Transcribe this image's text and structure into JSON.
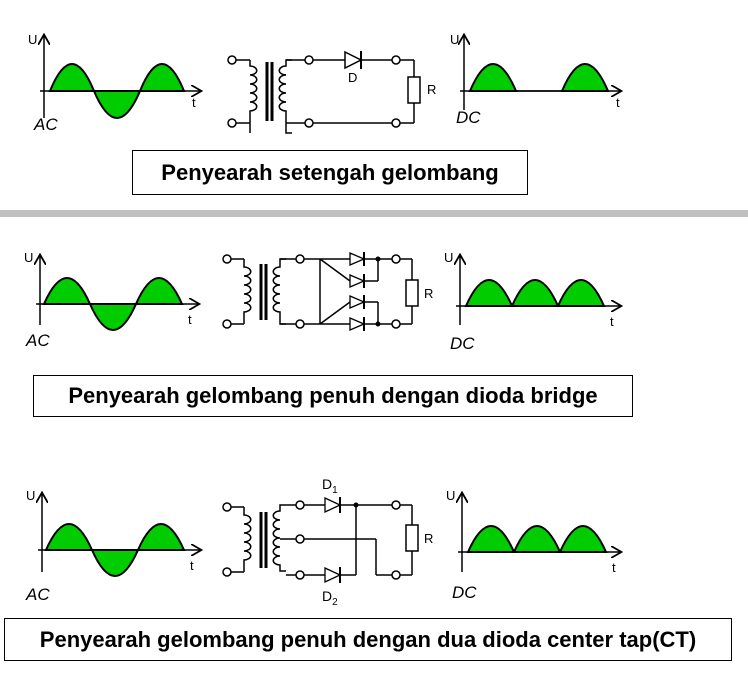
{
  "colors": {
    "wave_fill": "#00cc00",
    "divider": "#c0c0c0"
  },
  "sections": [
    {
      "caption": "Penyearah setengah gelombang",
      "ac_label": "AC",
      "dc_label": "DC",
      "u_label": "U",
      "t_label": "t",
      "diode_label": "D",
      "resistor_label": "R"
    },
    {
      "caption": "Penyearah gelombang penuh dengan dioda bridge",
      "ac_label": "AC",
      "dc_label": "DC",
      "u_label": "U",
      "t_label": "t",
      "resistor_label": "R"
    },
    {
      "caption": "Penyearah gelombang penuh dengan dua dioda center tap(CT)",
      "ac_label": "AC",
      "dc_label": "DC",
      "u_label": "U",
      "t_label": "t",
      "d1_label": "D",
      "d1_sub": "1",
      "d2_label": "D",
      "d2_sub": "2",
      "resistor_label": "R"
    }
  ]
}
